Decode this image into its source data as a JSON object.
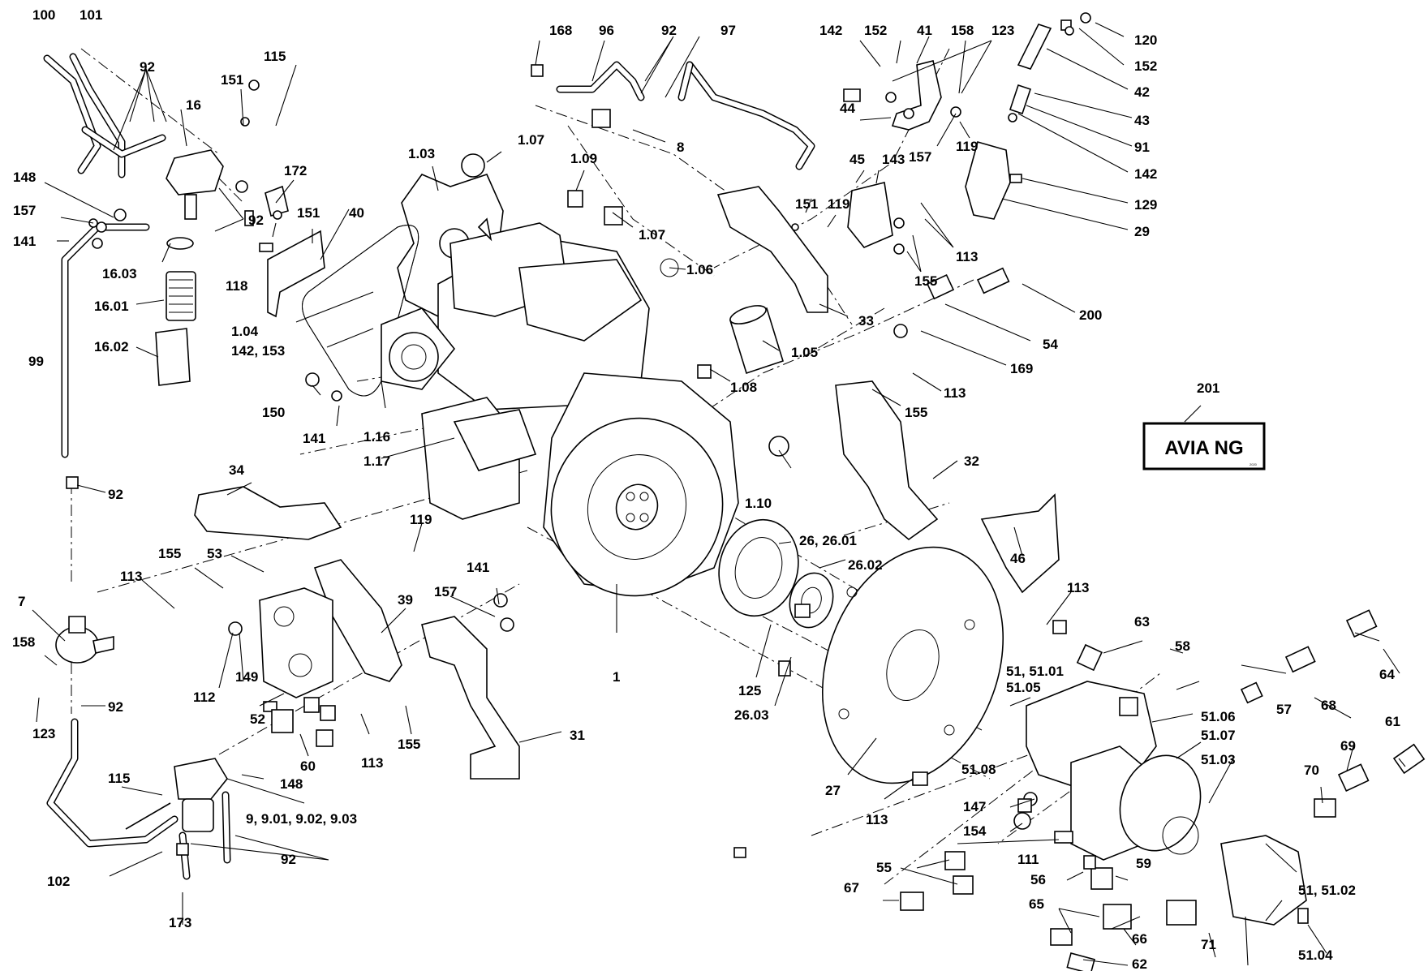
{
  "badge": {
    "text": "AVIA NG",
    "small": "2020"
  },
  "labels": {
    "l100": "100",
    "l101": "101",
    "l92a": "92",
    "l16": "16",
    "l151a": "151",
    "l115a": "115",
    "l148a": "148",
    "l157a": "157",
    "l141a": "141",
    "l92b": "92",
    "l172": "172",
    "l16_03": "16.03",
    "l16_01": "16.01",
    "l16_02": "16.02",
    "l118": "118",
    "l151b": "151",
    "l40": "40",
    "l99": "99",
    "l1_03": "1.03",
    "l1_07a": "1.07",
    "l1_09": "1.09",
    "l1_07b": "1.07",
    "l1_06": "1.06",
    "l1_04": "1.04",
    "l142_153": "142, 153",
    "l150": "150",
    "l141b": "141",
    "l1_16": "1.16",
    "l1_17": "1.17",
    "l168": "168",
    "l96": "96",
    "l92c": "92",
    "l97": "97",
    "l8": "8",
    "l142a": "142",
    "l152a": "152",
    "l41": "41",
    "l158a": "158",
    "l123a": "123",
    "l44": "44",
    "l157b": "157",
    "l119a": "119",
    "l45": "45",
    "l143": "143",
    "l151c": "151",
    "l119b": "119",
    "l113a": "113",
    "l155a": "155",
    "l33": "33",
    "l120": "120",
    "l152b": "152",
    "l42": "42",
    "l43": "43",
    "l91": "91",
    "l142b": "142",
    "l129": "129",
    "l29": "29",
    "l200": "200",
    "l54": "54",
    "l169": "169",
    "l113b": "113",
    "l155b": "155",
    "l1_05": "1.05",
    "l1_08": "1.08",
    "l1_10": "1.10",
    "l32": "32",
    "l201": "201",
    "l92d": "92",
    "l34": "34",
    "l119c": "119",
    "l155c": "155",
    "l53": "53",
    "l113c": "113",
    "l7": "7",
    "l158b": "158",
    "l123b": "123",
    "l92e": "92",
    "l112": "112",
    "l149": "149",
    "l52": "52",
    "l39": "39",
    "l141c": "141",
    "l157c": "157",
    "l60": "60",
    "l113d": "113",
    "l155d": "155",
    "l31": "31",
    "l148b": "148",
    "l1": "1",
    "l26": "26, 26.01",
    "l26_02": "26.02",
    "l125": "125",
    "l26_03": "26.03",
    "l46": "46",
    "l113e": "113",
    "l27": "27",
    "l113f": "113",
    "l115b": "115",
    "l9": "9, 9.01, 9.02, 9.03",
    "l92f": "92",
    "l102": "102",
    "l173": "173",
    "l63": "63",
    "l51_hdr1": "51, 51.01",
    "l51_hdr2": "51.05",
    "l58": "58",
    "l64": "64",
    "l68": "68",
    "l57": "57",
    "l51_06": "51.06",
    "l51_07": "51.07",
    "l51_08": "51.08",
    "l51_03": "51.03",
    "l69": "69",
    "l61": "61",
    "l70": "70",
    "l147": "147",
    "l154": "154",
    "l111": "111",
    "l55": "55",
    "l56": "56",
    "l59": "59",
    "l67": "67",
    "l65": "65",
    "l66": "66",
    "l62": "62",
    "l71": "71",
    "l51_02": "51, 51.02",
    "l51_04": "51.04"
  }
}
